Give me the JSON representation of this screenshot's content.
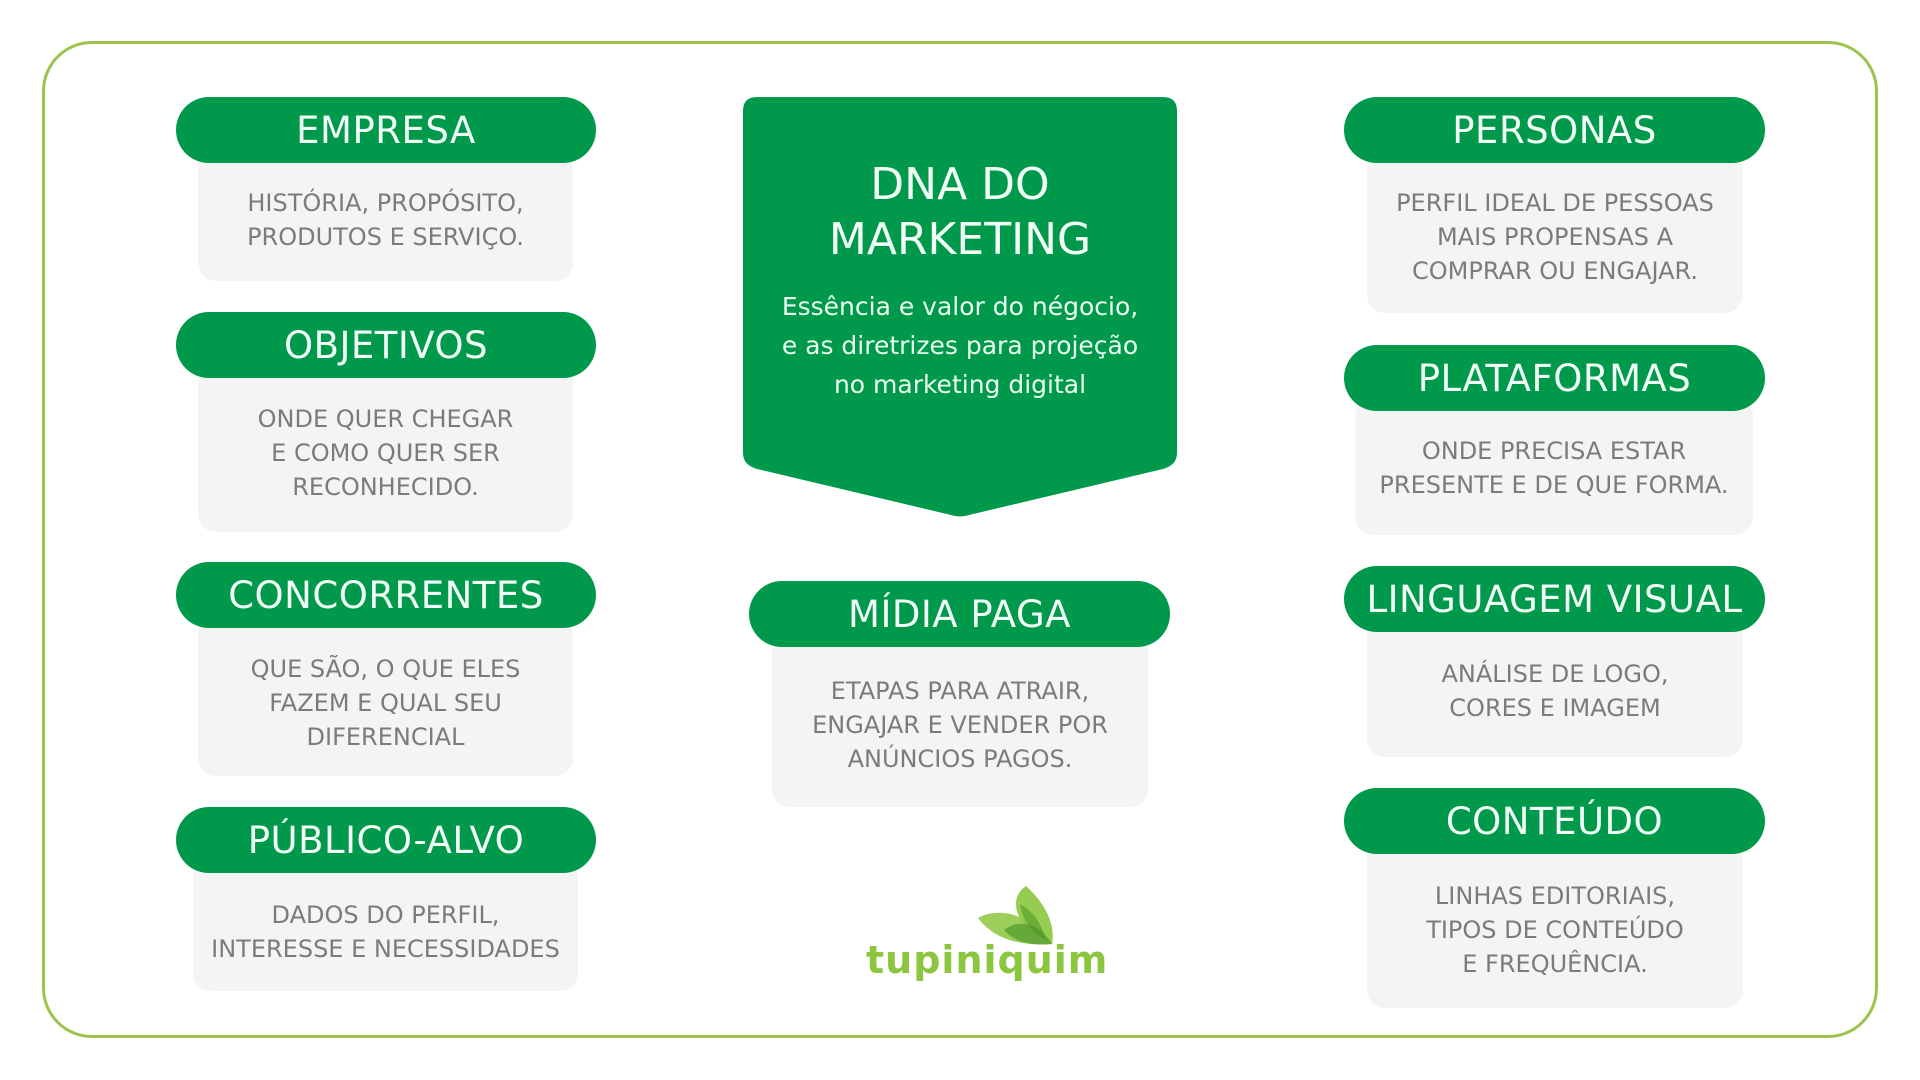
{
  "theme": {
    "primary_green": "#00994c",
    "frame_border": "#9dc34a",
    "box_bg": "#f4f4f4",
    "box_text": "#7b7b7b",
    "logo_green": "#8cc63f"
  },
  "center": {
    "title": "DNA DO\nMARKETING",
    "subtitle": "Essência e valor do négocio,\ne as diretrizes para projeção\nno marketing digital"
  },
  "left_column": [
    {
      "title": "EMPRESA",
      "description": "HISTÓRIA, PROPÓSITO,\nPRODUTOS E SERVIÇO."
    },
    {
      "title": "OBJETIVOS",
      "description": "ONDE QUER CHEGAR\nE COMO QUER SER\nRECONHECIDO."
    },
    {
      "title": "CONCORRENTES",
      "description": "QUE SÃO, O QUE ELES\nFAZEM E QUAL SEU\nDIFERENCIAL"
    },
    {
      "title": "PÚBLICO-ALVO",
      "description": "DADOS DO PERFIL,\nINTERESSE E NECESSIDADES"
    }
  ],
  "middle_column": [
    {
      "title": "MÍDIA PAGA",
      "description": "ETAPAS PARA ATRAIR,\nENGAJAR E VENDER POR\nANÚNCIOS PAGOS."
    }
  ],
  "right_column": [
    {
      "title": "PERSONAS",
      "description": "PERFIL IDEAL DE PESSOAS\nMAIS PROPENSAS A\nCOMPRAR OU ENGAJAR."
    },
    {
      "title": "PLATAFORMAS",
      "description": "ONDE PRECISA ESTAR\nPRESENTE E DE QUE FORMA."
    },
    {
      "title": "LINGUAGEM VISUAL",
      "description": "ANÁLISE DE LOGO,\nCORES E IMAGEM"
    },
    {
      "title": "CONTEÚDO",
      "description": "LINHAS EDITORIAIS,\nTIPOS DE CONTEÚDO\nE FREQUÊNCIA."
    }
  ],
  "logo": {
    "text": "tupiniquim",
    "icon": "leaves-icon"
  }
}
